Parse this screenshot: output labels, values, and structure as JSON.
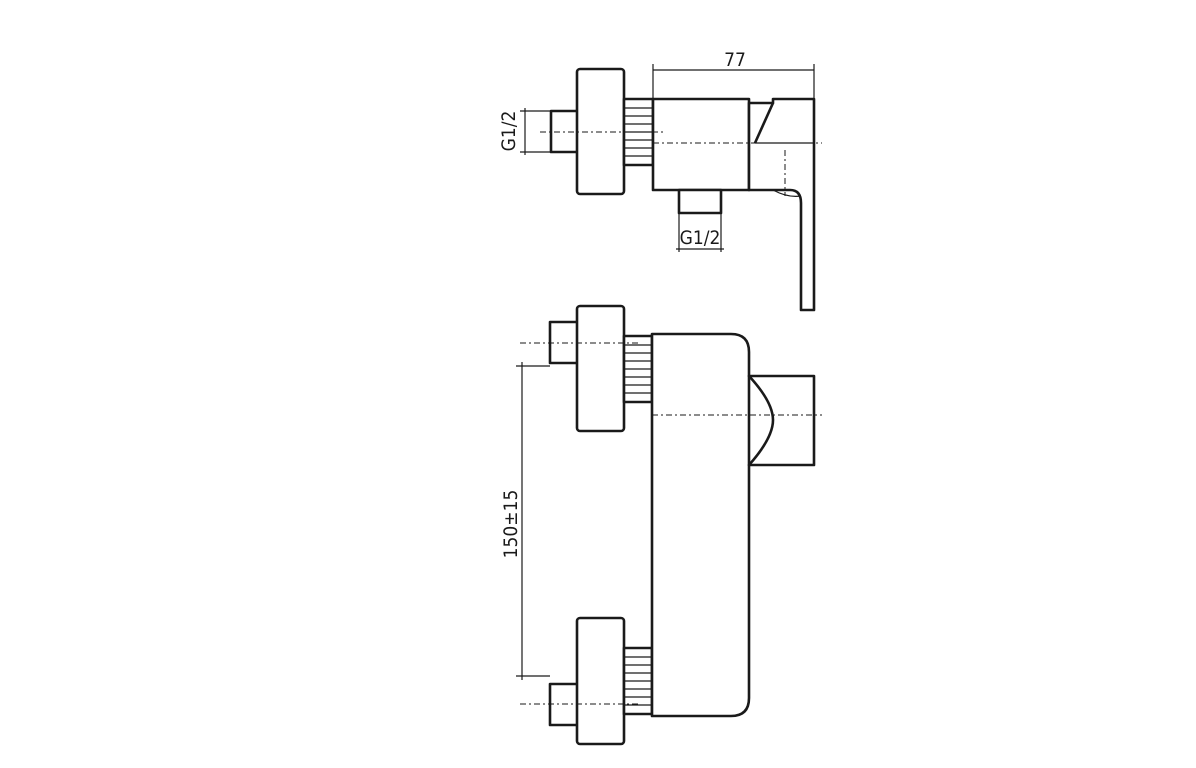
{
  "dimensions": {
    "width_label": "77",
    "top_inlet_label": "G1/2",
    "bottom_outlet_label": "G1/2",
    "spacing_label": "150±15"
  },
  "colors": {
    "line": "#1a1a1a",
    "background": "#ffffff"
  }
}
